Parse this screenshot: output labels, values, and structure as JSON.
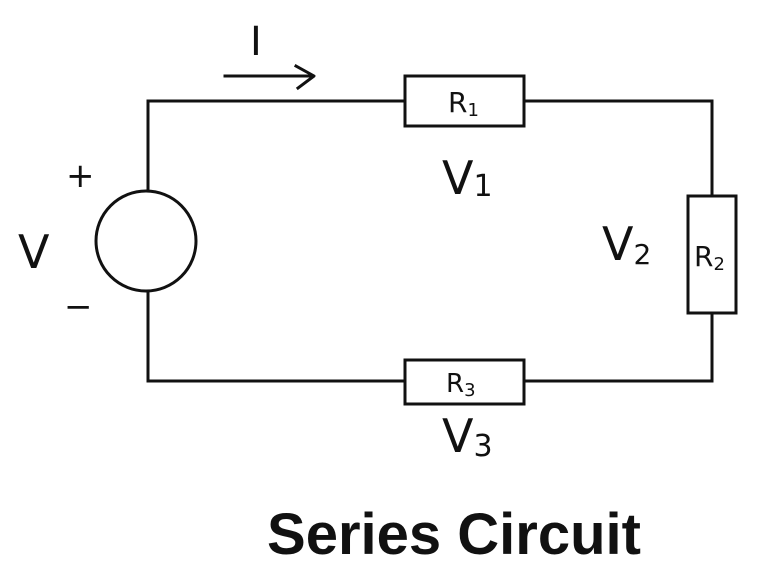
{
  "title": "Series Circuit",
  "current": {
    "label": "I"
  },
  "source": {
    "label": "V",
    "plus": "+",
    "minus": "−"
  },
  "resistors": [
    {
      "label": "R",
      "sub": "1"
    },
    {
      "label": "R",
      "sub": "2"
    },
    {
      "label": "R",
      "sub": "3"
    }
  ],
  "voltages": [
    {
      "label": "V",
      "sub": "1"
    },
    {
      "label": "V",
      "sub": "2"
    },
    {
      "label": "V",
      "sub": "3"
    }
  ]
}
